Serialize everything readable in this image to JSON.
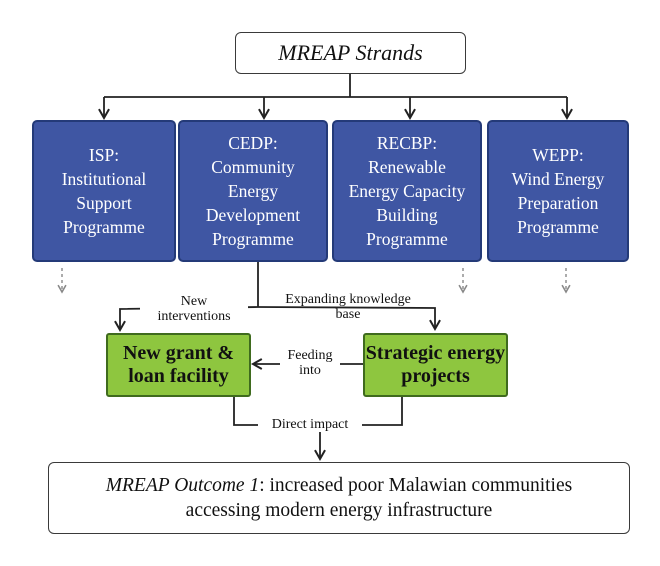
{
  "top_title": "MREAP Strands",
  "strands": [
    {
      "label": "ISP:\nInstitutional\nSupport\nProgramme"
    },
    {
      "label": "CEDP: Community\nEnergy\nDevelopment\nProgramme"
    },
    {
      "label": "RECBP:\nRenewable\nEnergy Capacity\nBuilding\nProgramme"
    },
    {
      "label": "WEPP:\nWind Energy\nPreparation\nProgramme"
    }
  ],
  "grant_box": "New grant &\nloan facility",
  "strategic_box": "Strategic energy\nprojects",
  "labels": {
    "new_interventions": "New\ninterventions",
    "expanding": "Expanding knowledge\nbase",
    "feeding": "Feeding\ninto",
    "direct_impact": "Direct impact"
  },
  "outcome": {
    "prefix": "MREAP Outcome 1",
    "line1_rest": ": increased poor Malawian communities",
    "line2": "accessing modern energy infrastructure"
  },
  "colors": {
    "strand_fill": "#3f56a3",
    "green_fill": "#8ec63f"
  }
}
